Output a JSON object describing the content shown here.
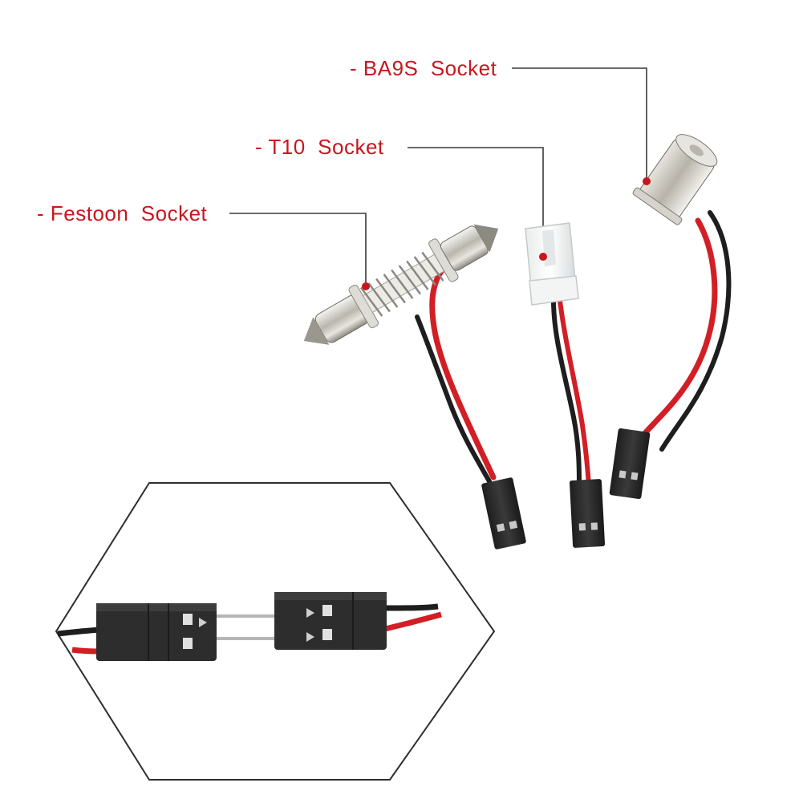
{
  "callouts": {
    "ba9s": "- BA9S  Socket",
    "t10": "- T10  Socket",
    "festoon": "- Festoon  Socket"
  },
  "colors": {
    "label": "#c8161d",
    "leader_line": "#3a3a3a",
    "red_wire": "#d21f26",
    "black_wire": "#1e1e1e",
    "plug": "#2a2a2a"
  }
}
